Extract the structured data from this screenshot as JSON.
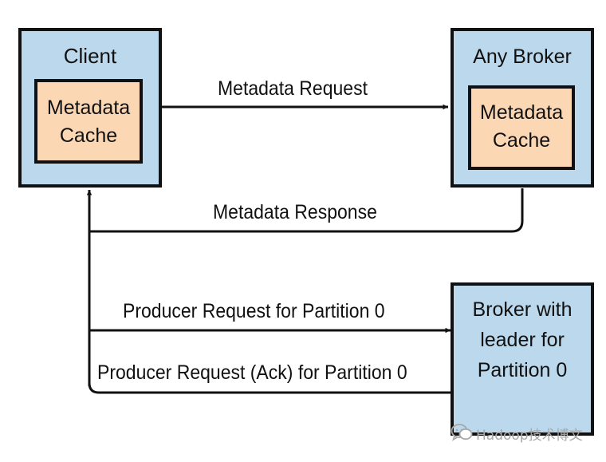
{
  "nodes": {
    "client": {
      "title": "Client",
      "cache_line1": "Metadata",
      "cache_line2": "Cache"
    },
    "any_broker": {
      "title": "Any Broker",
      "cache_line1": "Metadata",
      "cache_line2": "Cache"
    },
    "leader_broker": {
      "line1": "Broker with",
      "line2": "leader for",
      "line3": "Partition 0"
    }
  },
  "edges": {
    "metadata_request": "Metadata Request",
    "metadata_response": "Metadata Response",
    "producer_request": "Producer Request for Partition 0",
    "producer_ack": "Producer Request (Ack) for Partition 0"
  },
  "watermark": {
    "text": "Hadoop技术博文",
    "icon": "wechat-icon"
  },
  "colors": {
    "box_fill": "#bcd8ec",
    "cache_fill": "#fbd7b4",
    "stroke": "#111111",
    "watermark": "#a7a7a7"
  }
}
